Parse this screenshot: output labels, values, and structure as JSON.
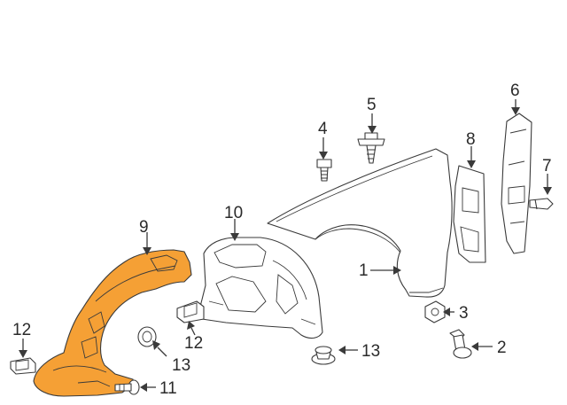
{
  "diagram": {
    "highlight_color": "#f5a035",
    "callouts": [
      {
        "key": "1",
        "label": "1"
      },
      {
        "key": "2",
        "label": "2"
      },
      {
        "key": "3",
        "label": "3"
      },
      {
        "key": "4",
        "label": "4"
      },
      {
        "key": "5",
        "label": "5"
      },
      {
        "key": "6",
        "label": "6"
      },
      {
        "key": "7",
        "label": "7"
      },
      {
        "key": "8",
        "label": "8"
      },
      {
        "key": "9",
        "label": "9"
      },
      {
        "key": "10",
        "label": "10"
      },
      {
        "key": "11",
        "label": "11"
      },
      {
        "key": "12a",
        "label": "12"
      },
      {
        "key": "12b",
        "label": "12"
      },
      {
        "key": "13a",
        "label": "13"
      },
      {
        "key": "13b",
        "label": "13"
      }
    ]
  }
}
